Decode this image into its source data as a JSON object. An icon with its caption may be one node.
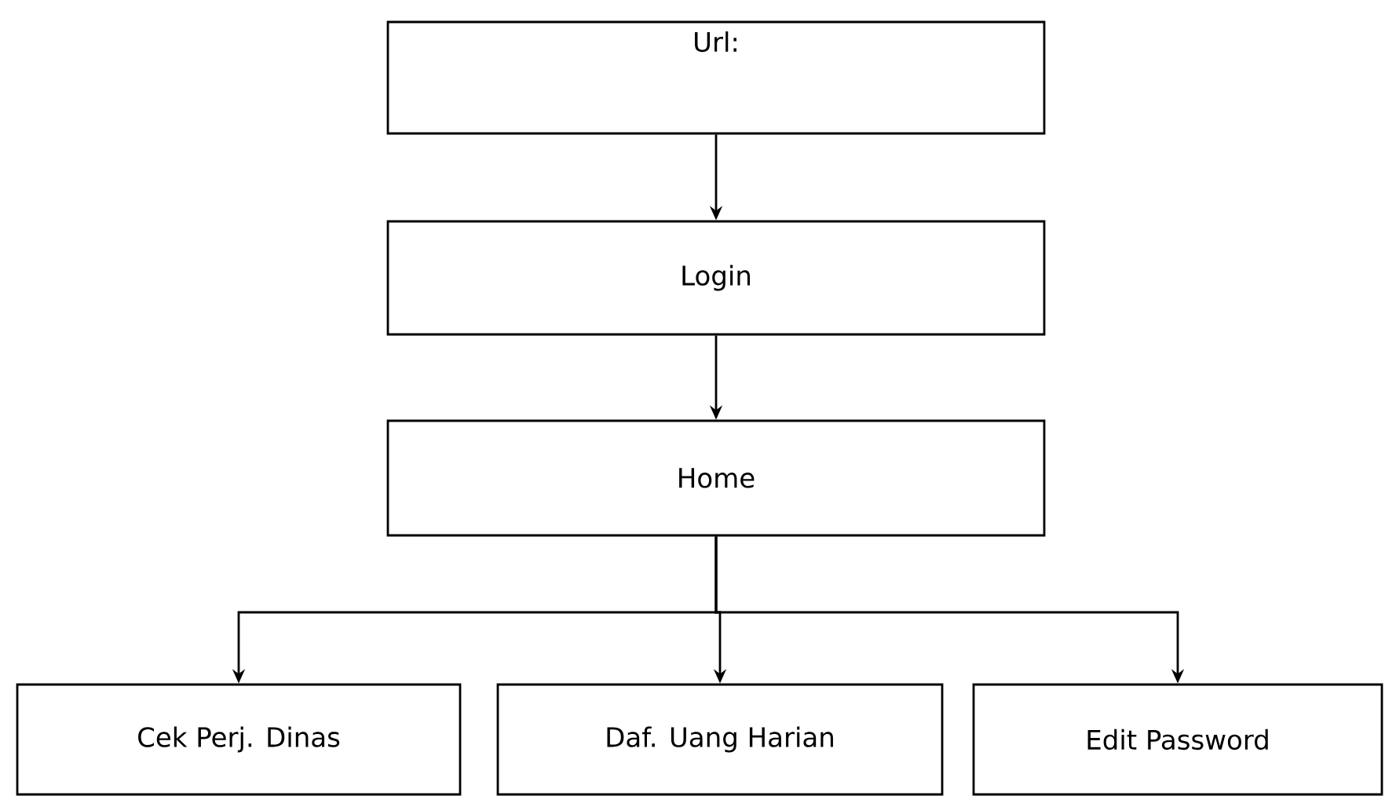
{
  "diagram": {
    "nodes": [
      {
        "text": [
          "Url:"
        ]
      },
      {
        "text": [
          "Login"
        ]
      },
      {
        "text": [
          "Home"
        ]
      },
      {
        "text": [
          "Cek Perj. Dinas"
        ]
      },
      {
        "text": [
          "Daf. Uang Harian"
        ]
      },
      {
        "text": [
          "Edit Password"
        ]
      }
    ],
    "edges": [
      {
        "from": 0,
        "to": 1,
        "arrow": "to"
      },
      {
        "from": 1,
        "to": 2,
        "arrow": "to"
      },
      {
        "from": 2,
        "to": 3,
        "arrow": "to"
      },
      {
        "from": 2,
        "to": 4,
        "arrow": "to"
      },
      {
        "from": 2,
        "to": 5,
        "arrow": "to"
      }
    ]
  }
}
